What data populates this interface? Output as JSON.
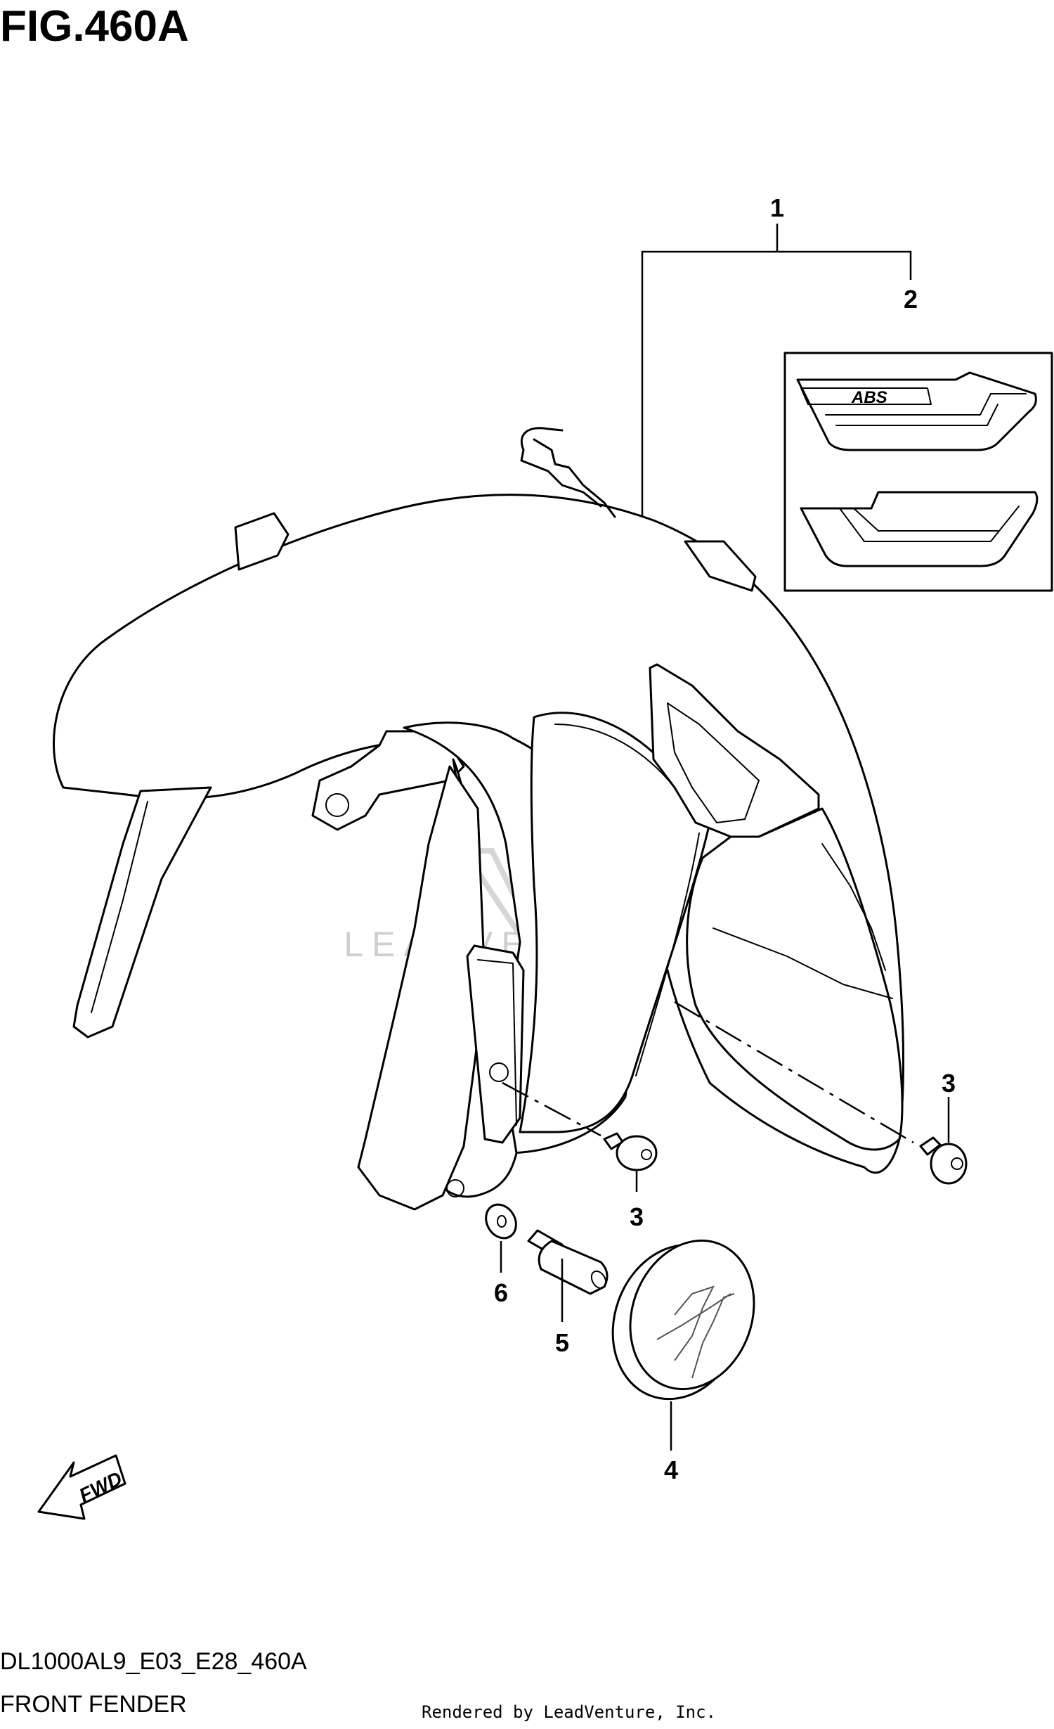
{
  "figure": {
    "title": "FIG.460A",
    "model_code": "DL1000AL9_E03_E28_460A",
    "section_name": "FRONT FENDER",
    "rendered_by": "Rendered by LeadVenture, Inc.",
    "watermark": "LEADVENTURE",
    "fwd_label": "FWD"
  },
  "decal": {
    "logo_text": "ABS"
  },
  "callouts": [
    {
      "id": "callout-1",
      "label": "1"
    },
    {
      "id": "callout-2",
      "label": "2"
    },
    {
      "id": "callout-3-right",
      "label": "3"
    },
    {
      "id": "callout-3-center",
      "label": "3"
    },
    {
      "id": "callout-4",
      "label": "4"
    },
    {
      "id": "callout-5",
      "label": "5"
    },
    {
      "id": "callout-6",
      "label": "6"
    }
  ]
}
